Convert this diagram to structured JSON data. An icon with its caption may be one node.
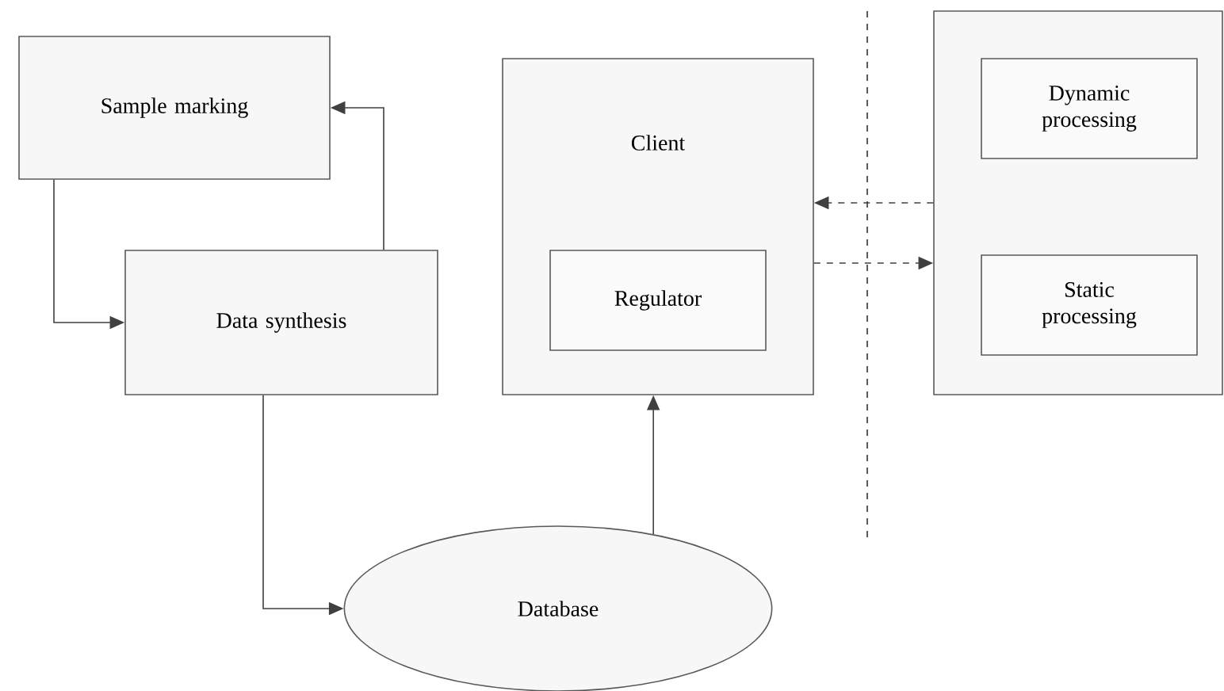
{
  "diagram": {
    "nodes": [
      {
        "text": [
          "Sample marking"
        ]
      },
      {
        "text": [
          "Data synthesis"
        ]
      },
      {
        "text": [
          "Client"
        ]
      },
      {
        "text": [
          "Regulator"
        ],
        "in": 2
      },
      {
        "text": [],
        "shape": "box"
      },
      {
        "text": [
          "Dynamic processing"
        ],
        "in": 4
      },
      {
        "text": [
          "Static processing"
        ],
        "in": 4
      },
      {
        "text": [
          "Database"
        ]
      }
    ],
    "edges": [
      {
        "from": 1,
        "to": 0,
        "arrow": "to"
      },
      {
        "from": 0,
        "to": 1,
        "arrow": "to"
      },
      {
        "from": 1,
        "to": 7,
        "arrow": "to"
      },
      {
        "from": 7,
        "to": 2,
        "arrow": "to"
      },
      {
        "from": 4,
        "to": 2,
        "arrow": "to",
        "style": "dashed"
      },
      {
        "from": 2,
        "to": 4,
        "arrow": "to",
        "style": "dashed"
      }
    ]
  }
}
